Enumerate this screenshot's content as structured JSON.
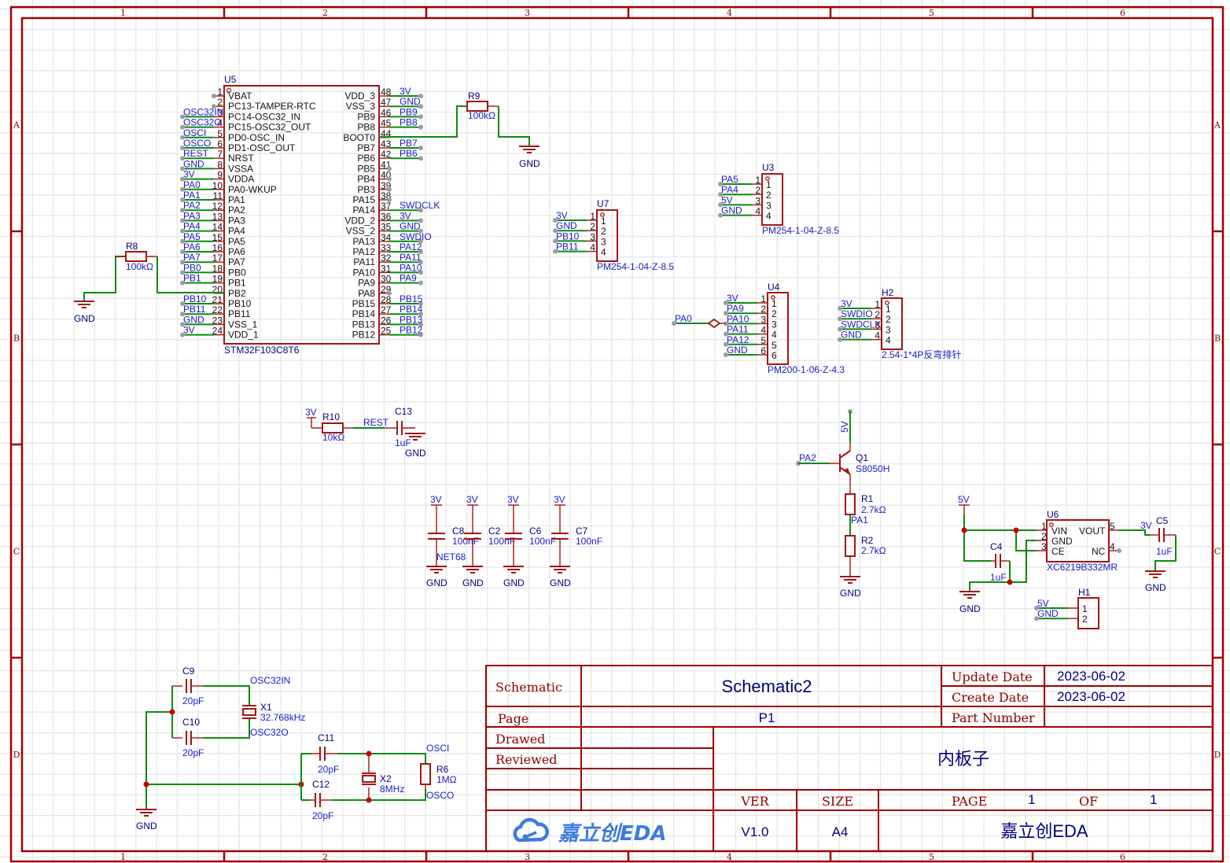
{
  "sheet": {
    "columns": [
      "1",
      "2",
      "3",
      "4",
      "5",
      "6"
    ],
    "rows": [
      "A",
      "B",
      "C",
      "D"
    ]
  },
  "u5": {
    "designator": "U5",
    "part": "STM32F103C8T6",
    "left_pins": [
      {
        "num": "1",
        "name": "VBAT",
        "net": ""
      },
      {
        "num": "2",
        "name": "PC13-TAMPER-RTC",
        "net": ""
      },
      {
        "num": "3",
        "name": "PC14-OSC32_IN",
        "net": "OSC32IN"
      },
      {
        "num": "4",
        "name": "PC15-OSC32_OUT",
        "net": "OSC32O"
      },
      {
        "num": "5",
        "name": "PD0-OSC_IN",
        "net": "OSCI"
      },
      {
        "num": "6",
        "name": "PD1-OSC_OUT",
        "net": "OSCO"
      },
      {
        "num": "7",
        "name": "NRST",
        "net": "REST"
      },
      {
        "num": "8",
        "name": "VSSA",
        "net": "GND"
      },
      {
        "num": "9",
        "name": "VDDA",
        "net": "3V"
      },
      {
        "num": "10",
        "name": "PA0-WKUP",
        "net": "PA0"
      },
      {
        "num": "11",
        "name": "PA1",
        "net": "PA1"
      },
      {
        "num": "12",
        "name": "PA2",
        "net": "PA2"
      },
      {
        "num": "13",
        "name": "PA3",
        "net": "PA3"
      },
      {
        "num": "14",
        "name": "PA4",
        "net": "PA4"
      },
      {
        "num": "15",
        "name": "PA5",
        "net": "PA5"
      },
      {
        "num": "16",
        "name": "PA6",
        "net": "PA6"
      },
      {
        "num": "17",
        "name": "PA7",
        "net": "PA7"
      },
      {
        "num": "18",
        "name": "PB0",
        "net": "PB0"
      },
      {
        "num": "19",
        "name": "PB1",
        "net": "PB1"
      },
      {
        "num": "20",
        "name": "PB2",
        "net": ""
      },
      {
        "num": "21",
        "name": "PB10",
        "net": "PB10"
      },
      {
        "num": "22",
        "name": "PB11",
        "net": "PB11"
      },
      {
        "num": "23",
        "name": "VSS_1",
        "net": "GND"
      },
      {
        "num": "24",
        "name": "VDD_1",
        "net": "3V"
      }
    ],
    "right_pins": [
      {
        "num": "48",
        "name": "VDD_3",
        "net": "3V"
      },
      {
        "num": "47",
        "name": "VSS_3",
        "net": "GND"
      },
      {
        "num": "46",
        "name": "PB9",
        "net": "PB9"
      },
      {
        "num": "45",
        "name": "PB8",
        "net": "PB8"
      },
      {
        "num": "44",
        "name": "BOOT0",
        "net": ""
      },
      {
        "num": "43",
        "name": "PB7",
        "net": "PB7"
      },
      {
        "num": "42",
        "name": "PB6",
        "net": "PB6"
      },
      {
        "num": "41",
        "name": "PB5",
        "net": ""
      },
      {
        "num": "40",
        "name": "PB4",
        "net": ""
      },
      {
        "num": "39",
        "name": "PB3",
        "net": ""
      },
      {
        "num": "38",
        "name": "PA15",
        "net": ""
      },
      {
        "num": "37",
        "name": "PA14",
        "net": "SWDCLK"
      },
      {
        "num": "36",
        "name": "VDD_2",
        "net": "3V"
      },
      {
        "num": "35",
        "name": "VSS_2",
        "net": "GND"
      },
      {
        "num": "34",
        "name": "PA13",
        "net": "SWDIO"
      },
      {
        "num": "33",
        "name": "PA12",
        "net": "PA12"
      },
      {
        "num": "32",
        "name": "PA11",
        "net": "PA11"
      },
      {
        "num": "31",
        "name": "PA10",
        "net": "PA10"
      },
      {
        "num": "30",
        "name": "PA9",
        "net": "PA9"
      },
      {
        "num": "29",
        "name": "PA8",
        "net": ""
      },
      {
        "num": "28",
        "name": "PB15",
        "net": "PB15"
      },
      {
        "num": "27",
        "name": "PB14",
        "net": "PB14"
      },
      {
        "num": "26",
        "name": "PB13",
        "net": "PB13"
      },
      {
        "num": "25",
        "name": "PB12",
        "net": "PB12"
      }
    ]
  },
  "r8": {
    "designator": "R8",
    "value": "100kΩ",
    "gnd": "GND"
  },
  "r9": {
    "designator": "R9",
    "value": "100kΩ",
    "gnd": "GND"
  },
  "u7": {
    "designator": "U7",
    "part": "PM254-1-04-Z-8.5",
    "nets": [
      "3V",
      "GND",
      "PB10",
      "PB11"
    ],
    "pins": [
      "1",
      "2",
      "3",
      "4"
    ]
  },
  "u3": {
    "designator": "U3",
    "part": "PM254-1-04-Z-8.5",
    "nets": [
      "PA5",
      "PA4",
      "5V",
      "GND"
    ],
    "pins": [
      "1",
      "2",
      "3",
      "4"
    ]
  },
  "u4": {
    "designator": "U4",
    "part": "PM200-1-06-Z-4.3",
    "nets": [
      "3V",
      "PA9",
      "PA10",
      "PA11",
      "PA12",
      "GND"
    ],
    "pins": [
      "1",
      "2",
      "3",
      "4",
      "5",
      "6"
    ],
    "pa0": "PA0"
  },
  "h2": {
    "designator": "H2",
    "part": "2.54-1*4P反弯排针",
    "nets": [
      "3V",
      "SWDIO",
      "SWDCLK",
      "GND"
    ],
    "pins": [
      "1",
      "2",
      "3",
      "4"
    ]
  },
  "reset": {
    "vcc": "3V",
    "r_des": "R10",
    "r_val": "10kΩ",
    "net": "REST",
    "c_des": "C13",
    "c_val": "1uF",
    "gnd": "GND"
  },
  "decoupling": [
    {
      "des": "C8",
      "val": "100nF",
      "vcc": "3V",
      "gnd": "GND"
    },
    {
      "des": "C2",
      "val": "100nF",
      "vcc": "3V",
      "gnd": "GND"
    },
    {
      "des": "C6",
      "val": "100nF",
      "vcc": "3V",
      "gnd": "GND"
    },
    {
      "des": "C7",
      "val": "100nF",
      "vcc": "3V",
      "gnd": "GND"
    }
  ],
  "net68": "NET68",
  "q1": {
    "designator": "Q1",
    "part": "S8050H",
    "base": "PA2",
    "vcc": "5V",
    "r1_des": "R1",
    "r1_val": "2.7kΩ",
    "mid": "PA1",
    "r2_des": "R2",
    "r2_val": "2.7kΩ",
    "gnd": "GND"
  },
  "u6": {
    "designator": "U6",
    "part": "XC6219B332MR",
    "vin_net": "5V",
    "pins": [
      {
        "num": "1",
        "name": "VIN"
      },
      {
        "num": "2",
        "name": "GND"
      },
      {
        "num": "3",
        "name": "CE"
      },
      {
        "num": "5",
        "name": "VOUT"
      },
      {
        "num": "4",
        "name": "NC"
      }
    ],
    "c4_des": "C4",
    "c4_val": "1uF",
    "c5_des": "C5",
    "c5_val": "1uF",
    "out_net": "3V",
    "gnd1": "GND",
    "gnd2": "GND"
  },
  "h1": {
    "designator": "H1",
    "nets": [
      "5V",
      "GND"
    ],
    "pins": [
      "1",
      "2"
    ]
  },
  "crystals": {
    "c9": "C9",
    "c9v": "20pF",
    "c10": "C10",
    "c10v": "20pF",
    "x1": "X1",
    "x1v": "32.768kHz",
    "osc32in": "OSC32IN",
    "osc32o": "OSC32O",
    "c11": "C11",
    "c11v": "20pF",
    "c12": "C12",
    "c12v": "20pF",
    "x2": "X2",
    "x2v": "8MHz",
    "r6": "R6",
    "r6v": "1MΩ",
    "osci": "OSCI",
    "osco": "OSCO",
    "gnd": "GND"
  },
  "title_block": {
    "schematic_label": "Schematic",
    "schematic_value": "Schematic2",
    "page_label": "Page",
    "page_value": "P1",
    "drawed_label": "Drawed",
    "reviewed_label": "Reviewed",
    "update_label": "Update Date",
    "update_value": "2023-06-02",
    "create_label": "Create Date",
    "create_value": "2023-06-02",
    "part_label": "Part Number",
    "part_value": "",
    "board_name": "内板子",
    "ver_label": "VER",
    "ver_value": "V1.0",
    "size_label": "SIZE",
    "size_value": "A4",
    "pagenum_label": "PAGE",
    "pagenum_value": "1",
    "of_label": "OF",
    "of_value": "1",
    "company": "嘉立创EDA",
    "logo_text": "嘉立创EDA"
  }
}
